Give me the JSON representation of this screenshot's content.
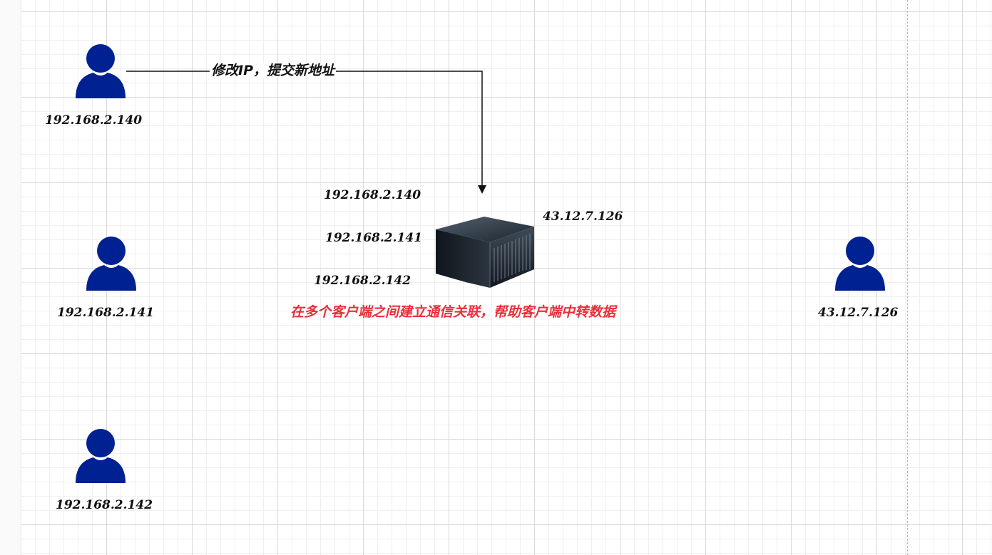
{
  "colors": {
    "person": "#002191",
    "note": "#e8303a",
    "connector": "#111111"
  },
  "clients": [
    {
      "ip": "192.168.2.140"
    },
    {
      "ip": "192.168.2.141"
    },
    {
      "ip": "192.168.2.142"
    }
  ],
  "remote": {
    "ip": "43.12.7.126"
  },
  "connector": {
    "label": "修改IP，提交新地址"
  },
  "server": {
    "icon": "server-rack-icon",
    "left_ips": [
      "192.168.2.140",
      "192.168.2.141",
      "192.168.2.142"
    ],
    "public_ip": "43.12.7.126",
    "note": "在多个客户端之间建立通信关联，帮助客户端中转数据"
  }
}
